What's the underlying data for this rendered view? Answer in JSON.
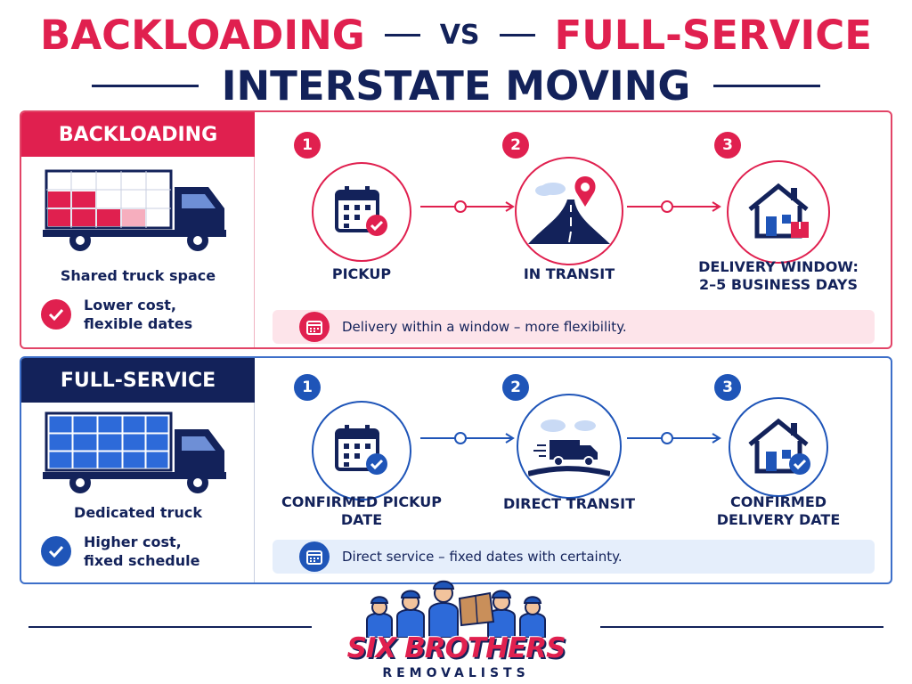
{
  "title": {
    "left": "BACKLOADING",
    "vs": "VS",
    "right": "FULL-SERVICE",
    "line2": "INTERSTATE MOVING"
  },
  "backloading": {
    "label": "BACKLOADING",
    "truck_caption": "Shared truck space",
    "benefit": "Lower cost, flexible dates",
    "steps": [
      {
        "num": "1",
        "label": "PICKUP",
        "icon": "calendar-check-icon"
      },
      {
        "num": "2",
        "label": "IN TRANSIT",
        "icon": "road-pin-icon"
      },
      {
        "num": "3",
        "label": "DELIVERY WINDOW: 2–5 BUSINESS DAYS",
        "icon": "house-box-icon"
      }
    ],
    "note": "Delivery within a window – more flexibility."
  },
  "fullservice": {
    "label": "FULL-SERVICE",
    "truck_caption": "Dedicated truck",
    "benefit": "Higher cost, fixed schedule",
    "steps": [
      {
        "num": "1",
        "label": "CONFIRMED PICKUP DATE",
        "icon": "calendar-check-icon"
      },
      {
        "num": "2",
        "label": "DIRECT TRANSIT",
        "icon": "moving-truck-icon"
      },
      {
        "num": "3",
        "label": "CONFIRMED DELIVERY DATE",
        "icon": "house-check-icon"
      }
    ],
    "note": "Direct service – fixed dates with certainty."
  },
  "logo": {
    "name": "SIX BROTHERS",
    "sub": "REMOVALISTS"
  },
  "colors": {
    "red": "#e0204f",
    "navy": "#13225a",
    "blue": "#1f55b8"
  }
}
